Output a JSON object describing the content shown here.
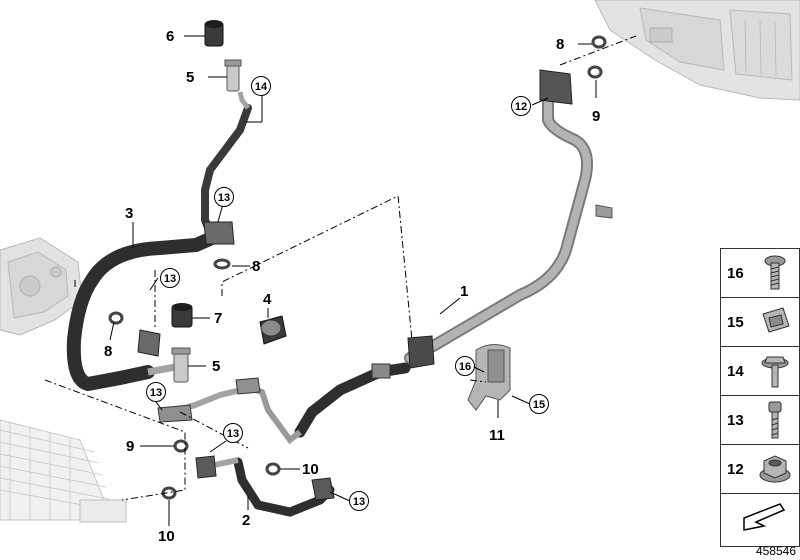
{
  "callouts_plain": {
    "c1": "1",
    "c2": "2",
    "c3": "3",
    "c4": "4",
    "c5a": "5",
    "c5b": "5",
    "c6": "6",
    "c7": "7",
    "c8a": "8",
    "c8b": "8",
    "c8c": "8",
    "c9a": "9",
    "c9b": "9",
    "c10a": "10",
    "c10b": "10",
    "c11": "11"
  },
  "callouts_circled": {
    "k12": "12",
    "k13a": "13",
    "k13b": "13",
    "k13c": "13",
    "k13d": "13",
    "k13e": "13",
    "k14": "14",
    "k15": "15",
    "k16": "16"
  },
  "legend": {
    "items": [
      {
        "number": "16",
        "icon": "torx-screw-icon"
      },
      {
        "number": "15",
        "icon": "clip-nut-icon"
      },
      {
        "number": "14",
        "icon": "hex-flange-bolt-icon"
      },
      {
        "number": "13",
        "icon": "socket-bolt-icon"
      },
      {
        "number": "12",
        "icon": "hex-flange-nut-icon"
      }
    ],
    "footer_icon": "direction-arrow-icon"
  },
  "ref_number": "458546",
  "colors": {
    "line": "#000000",
    "hose": "#3a3a3c",
    "pipe": "#a8a8aa",
    "pipe_shadow": "#7a7a7c",
    "module_gray": "#b9b9b9"
  }
}
